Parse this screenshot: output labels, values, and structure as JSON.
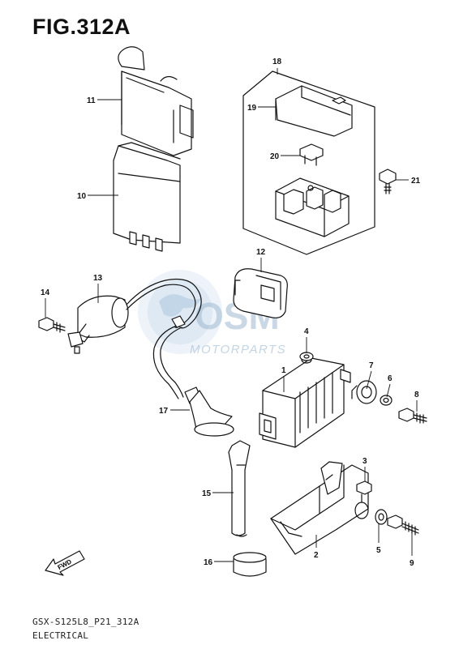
{
  "figure": {
    "title": "FIG.312A"
  },
  "footer": {
    "code": "GSX-S125L8_P21_312A",
    "caption": "ELECTRICAL"
  },
  "watermark": {
    "brand": "OSM",
    "sub": "MOTORPARTS"
  },
  "fwd_label": "FWD",
  "callouts": [
    {
      "id": "c18",
      "label": "18"
    },
    {
      "id": "c11",
      "label": "11"
    },
    {
      "id": "c19",
      "label": "19"
    },
    {
      "id": "c20",
      "label": "20"
    },
    {
      "id": "c21",
      "label": "21"
    },
    {
      "id": "c10",
      "label": "10"
    },
    {
      "id": "c12",
      "label": "12"
    },
    {
      "id": "c13",
      "label": "13"
    },
    {
      "id": "c14",
      "label": "14"
    },
    {
      "id": "c4",
      "label": "4"
    },
    {
      "id": "c1",
      "label": "1"
    },
    {
      "id": "c7",
      "label": "7"
    },
    {
      "id": "c6",
      "label": "6"
    },
    {
      "id": "c8",
      "label": "8"
    },
    {
      "id": "c17",
      "label": "17"
    },
    {
      "id": "c3",
      "label": "3"
    },
    {
      "id": "c15",
      "label": "15"
    },
    {
      "id": "c5",
      "label": "5"
    },
    {
      "id": "c2",
      "label": "2"
    },
    {
      "id": "c9",
      "label": "9"
    },
    {
      "id": "c16",
      "label": "16"
    }
  ]
}
